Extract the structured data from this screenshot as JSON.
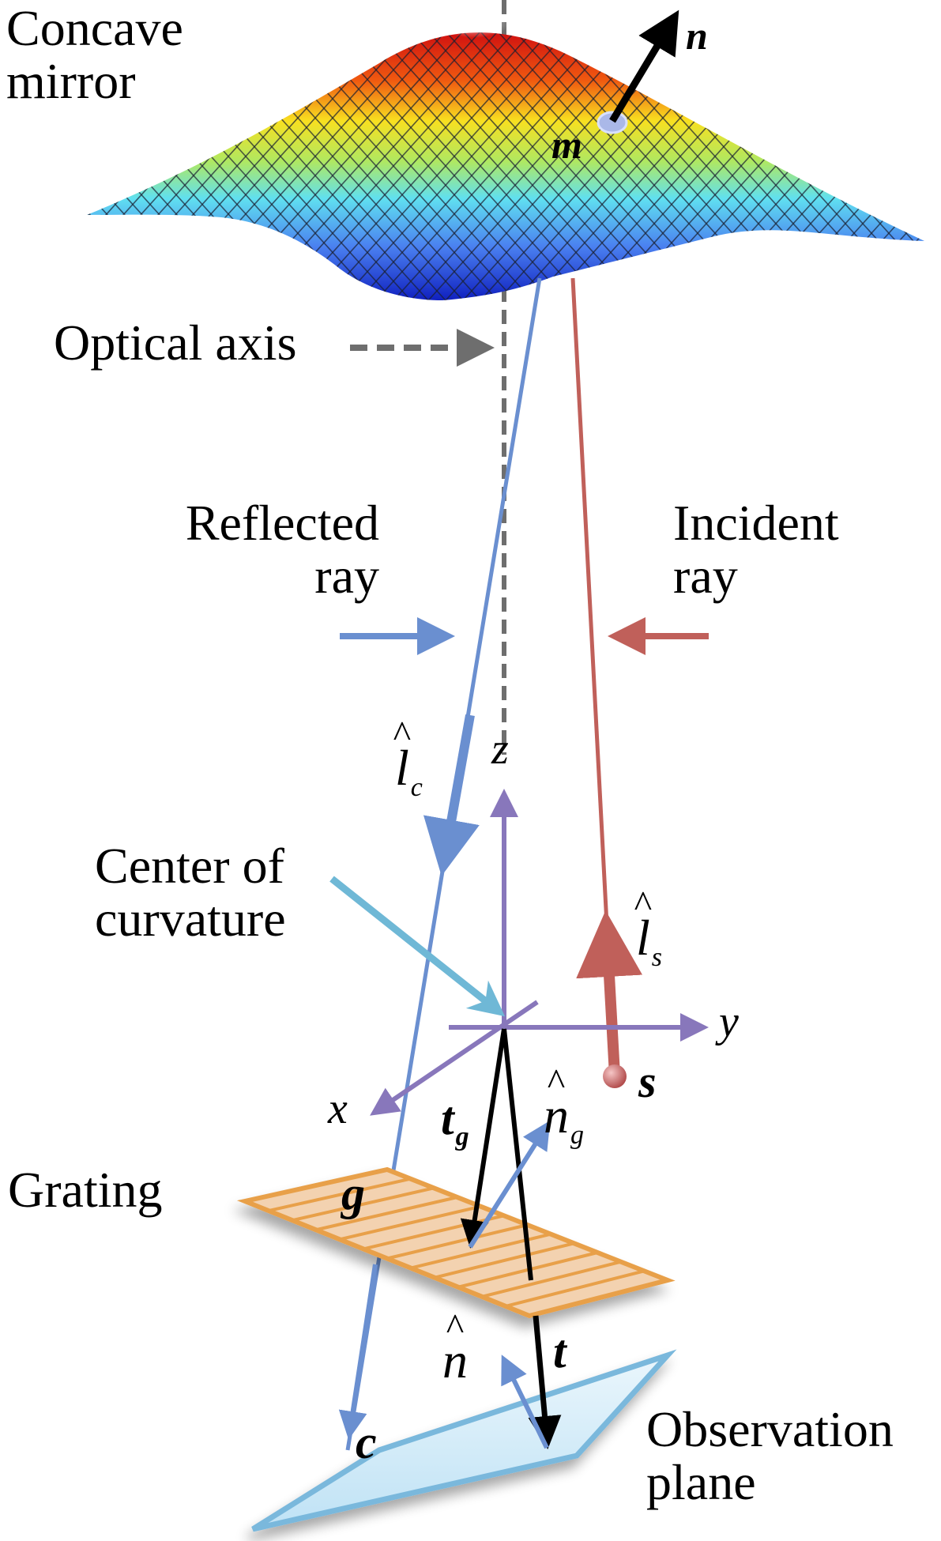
{
  "figure": {
    "labels": {
      "concave_mirror": [
        "Concave",
        "mirror"
      ],
      "optical_axis": "Optical axis",
      "reflected_ray": [
        "Reflected",
        "ray"
      ],
      "incident_ray": [
        "Incident",
        "ray"
      ],
      "center_of_curvature": [
        "Center of",
        "curvature"
      ],
      "grating": "Grating",
      "observation_plane": [
        "Observation",
        "plane"
      ]
    },
    "symbols": {
      "n": "n",
      "m": "m",
      "l_c": {
        "base": "l",
        "hat": "^",
        "sub": "c"
      },
      "l_s": {
        "base": "l",
        "hat": "^",
        "sub": "s"
      },
      "z": "z",
      "y": "y",
      "x": "x",
      "s": "s",
      "t_g": {
        "base": "t",
        "sub": "g"
      },
      "n_g": {
        "base": "n",
        "hat": "^",
        "sub": "g"
      },
      "g": "g",
      "n_hat": {
        "base": "n",
        "hat": "^"
      },
      "t": "t",
      "c": "c"
    },
    "colors": {
      "reflected_ray": "#6a8fd0",
      "incident_ray": "#c0605a",
      "axes": "#8877bb",
      "center_pointer": "#6fb8d6",
      "optical_axis": "#6e6e6e",
      "grating_edge": "#e8a048",
      "grating_fill": "#f3d2b0",
      "observation_plane_edge": "#7ab8dc",
      "observation_plane_fill": "#d4ecf8",
      "vector_black": "#000000"
    }
  }
}
